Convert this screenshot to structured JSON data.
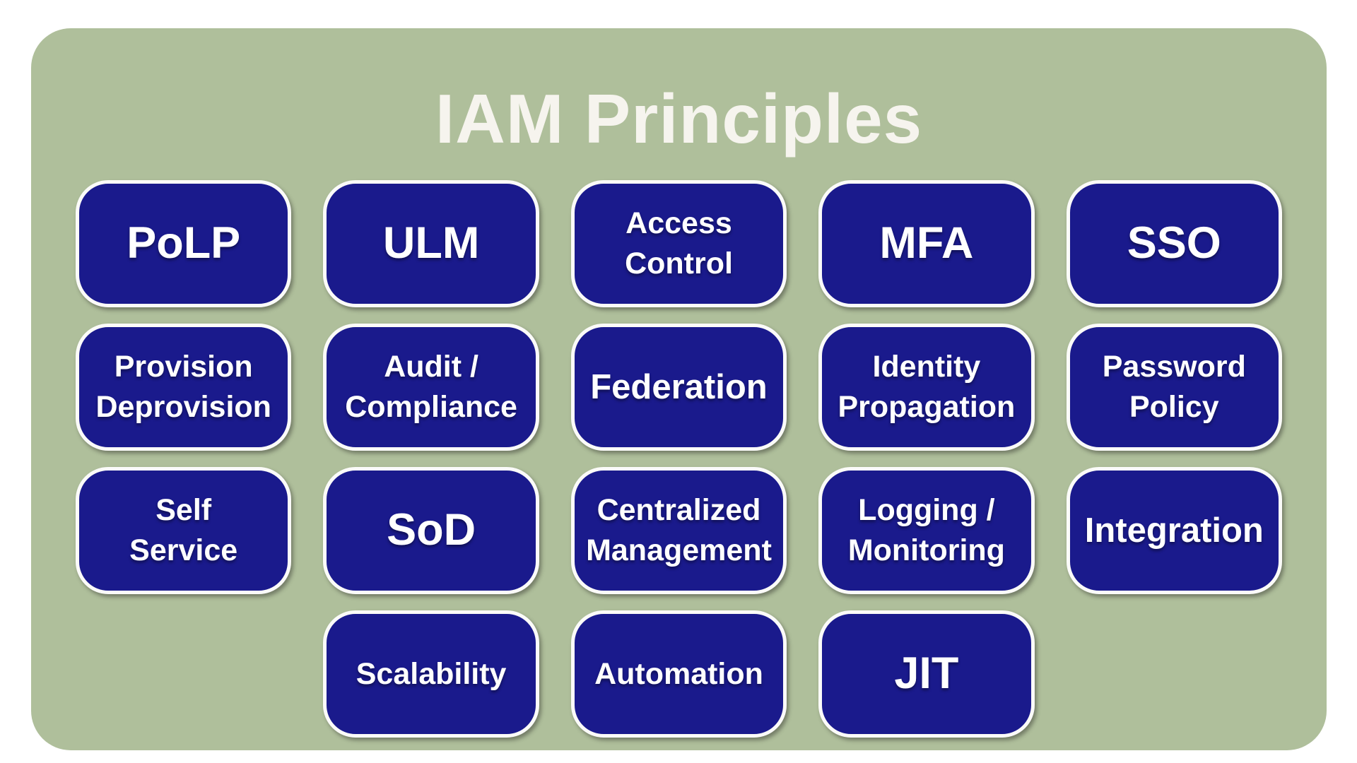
{
  "title": "IAM Principles",
  "colors": {
    "page_background": "#FFFFFF",
    "panel": "#AFBF9B",
    "box": "#1A1A8C",
    "box_border": "#FBFBF9",
    "box_text": "#FFFFFF",
    "title_text": "#F6F4EE"
  },
  "boxes": [
    {
      "id": "polp",
      "lines": [
        "PoLP"
      ],
      "size": "xl",
      "row": 1,
      "col": 1
    },
    {
      "id": "ulm",
      "lines": [
        "ULM"
      ],
      "size": "xl",
      "row": 1,
      "col": 2
    },
    {
      "id": "access-control",
      "lines": [
        "Access",
        "Control"
      ],
      "size": "md",
      "row": 1,
      "col": 3
    },
    {
      "id": "mfa",
      "lines": [
        "MFA"
      ],
      "size": "xl",
      "row": 1,
      "col": 4
    },
    {
      "id": "sso",
      "lines": [
        "SSO"
      ],
      "size": "xl",
      "row": 1,
      "col": 5
    },
    {
      "id": "provision-deprovision",
      "lines": [
        "Provision",
        "Deprovision"
      ],
      "size": "md",
      "row": 2,
      "col": 1
    },
    {
      "id": "audit-compliance",
      "lines": [
        "Audit /",
        "Compliance"
      ],
      "size": "md",
      "row": 2,
      "col": 2
    },
    {
      "id": "federation",
      "lines": [
        "Federation"
      ],
      "size": "lg",
      "row": 2,
      "col": 3
    },
    {
      "id": "identity-propagation",
      "lines": [
        "Identity",
        "Propagation"
      ],
      "size": "md",
      "row": 2,
      "col": 4
    },
    {
      "id": "password-policy",
      "lines": [
        "Password",
        "Policy"
      ],
      "size": "md",
      "row": 2,
      "col": 5
    },
    {
      "id": "self-service",
      "lines": [
        "Self",
        "Service"
      ],
      "size": "md",
      "row": 3,
      "col": 1
    },
    {
      "id": "sod",
      "lines": [
        "SoD"
      ],
      "size": "xl",
      "row": 3,
      "col": 2
    },
    {
      "id": "centralized-management",
      "lines": [
        "Centralized",
        "Management"
      ],
      "size": "md",
      "row": 3,
      "col": 3
    },
    {
      "id": "logging-monitoring",
      "lines": [
        "Logging /",
        "Monitoring"
      ],
      "size": "md",
      "row": 3,
      "col": 4
    },
    {
      "id": "integration",
      "lines": [
        "Integration"
      ],
      "size": "lg",
      "row": 3,
      "col": 5
    },
    {
      "id": "scalability",
      "lines": [
        "Scalability"
      ],
      "size": "md",
      "row": 4,
      "col": 2
    },
    {
      "id": "automation",
      "lines": [
        "Automation"
      ],
      "size": "md",
      "row": 4,
      "col": 3
    },
    {
      "id": "jit",
      "lines": [
        "JIT"
      ],
      "size": "xl",
      "row": 4,
      "col": 4
    }
  ]
}
